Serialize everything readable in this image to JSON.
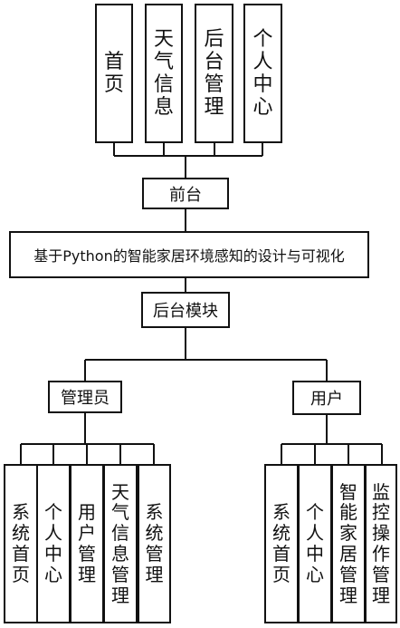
{
  "top_modules": [
    "首页",
    "天气信息",
    "后台管理",
    "个人中心"
  ],
  "frontend": "前台",
  "system_title": "基于Python的智能家居环境感知的设计与可视化",
  "backend": "后台模块",
  "admin": {
    "label": "管理员",
    "modules": [
      "系统首页",
      "个人中心",
      "用户管理",
      "天气信息管理",
      "系统管理"
    ]
  },
  "user": {
    "label": "用户",
    "modules": [
      "系统首页",
      "个人中心",
      "智能家居管理",
      "监控操作管理"
    ]
  }
}
